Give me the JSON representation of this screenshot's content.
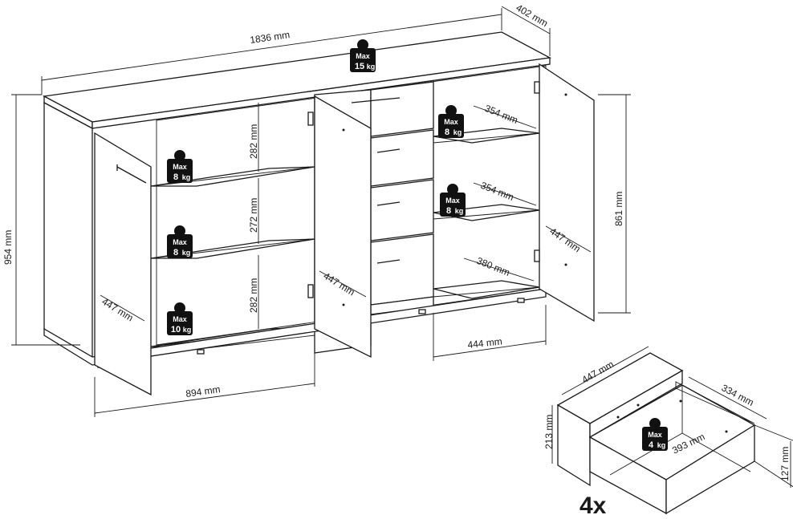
{
  "dimensions": {
    "overall_width": "1836 mm",
    "overall_depth": "402 mm",
    "overall_height": "954 mm",
    "inner_height": "861 mm",
    "shelf_1": "282 mm",
    "shelf_2": "272 mm",
    "shelf_3": "282 mm",
    "left_door": "447 mm",
    "left_section_width": "894 mm",
    "center_door": "447 mm",
    "right_shelf_top": "354 mm",
    "right_shelf_mid": "354 mm",
    "right_bottom": "380 mm",
    "right_door": "447 mm",
    "right_section_width": "444 mm",
    "drawer_width": "447 mm",
    "drawer_depth": "334 mm",
    "drawer_height": "213 mm",
    "drawer_inner_depth": "393 mm",
    "drawer_inner_height": "127 mm"
  },
  "weights": {
    "max_label": "Max",
    "top": "15",
    "left_shelf_1": "8",
    "left_shelf_2": "8",
    "left_bottom": "10",
    "right_shelf_1": "8",
    "right_shelf_2": "8",
    "drawer": "4",
    "unit": "kg"
  },
  "drawer_quantity": "4x"
}
